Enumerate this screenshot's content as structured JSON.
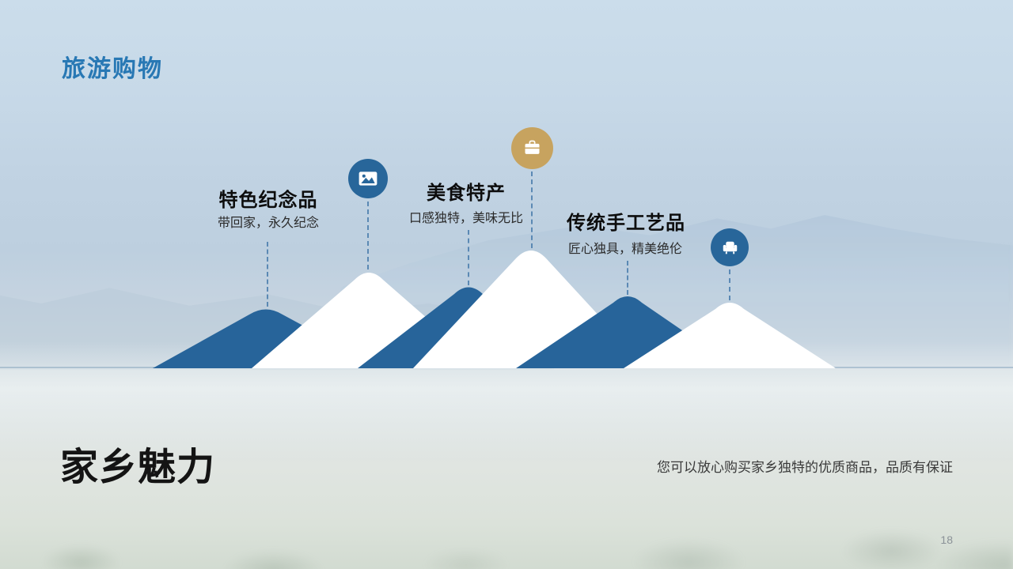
{
  "slide": {
    "header_title": "旅游购物",
    "footer_title": "家乡魅力",
    "footer_note": "您可以放心购买家乡独特的优质商品，品质有保证",
    "page_number": "18"
  },
  "items": [
    {
      "title": "特色纪念品",
      "subtitle": "带回家，永久纪念",
      "icon": "image-icon",
      "icon_color": "#28669a"
    },
    {
      "title": "美食特产",
      "subtitle": "口感独特，美味无比",
      "icon": "briefcase-icon",
      "icon_color": "#c7a35f"
    },
    {
      "title": "传统手工艺品",
      "subtitle": "匠心独具，精美绝伦",
      "icon": "armchair-icon",
      "icon_color": "#28669a"
    }
  ],
  "colors": {
    "accent_blue": "#2878b4",
    "mountain_blue": "#27649a",
    "mountain_white": "#ffffff",
    "icon_gold": "#c7a35f",
    "connector_blue": "#4a7dad",
    "text_dark": "#141414"
  }
}
